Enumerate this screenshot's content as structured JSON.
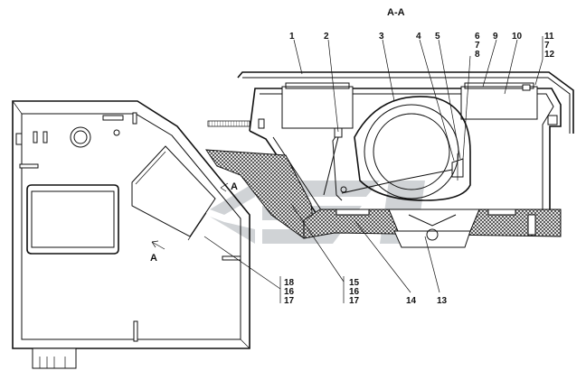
{
  "section_title": "А-А",
  "section_marks": [
    "А",
    "А"
  ],
  "callouts": {
    "c1": "1",
    "c2": "2",
    "c3": "3",
    "c4": "4",
    "c5": "5",
    "c6": "6",
    "c7": "7",
    "c8": "8",
    "c9": "9",
    "c10": "10",
    "c11": "11",
    "c7b": "7",
    "c12": "12",
    "c13": "13",
    "c14": "14",
    "c15": "15",
    "c16a": "16",
    "c17a": "17",
    "c18": "18",
    "c16b": "16",
    "c17b": "17"
  },
  "colors": {
    "line": "#111111",
    "hatch": "#222222",
    "watermark": "#c8ccd0"
  }
}
